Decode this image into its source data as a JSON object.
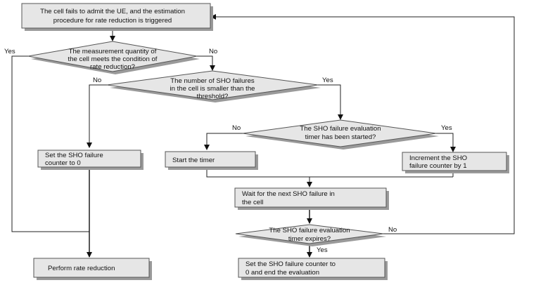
{
  "nodes": {
    "start": [
      "The cell fails to admit the UE, and the estimation",
      "procedure for rate reduction is triggered"
    ],
    "measurement": [
      "The measurement quantity of",
      "the cell meets the condition of",
      "rate reduction?"
    ],
    "sho_count": [
      "The number of SHO failures",
      "in the cell is smaller than the",
      "threshold?"
    ],
    "timer_started": [
      "The SHO failure evaluation",
      "timer has been started?"
    ],
    "set_zero": [
      "Set the SHO failure",
      "counter to 0"
    ],
    "start_timer": [
      "Start the timer"
    ],
    "increment": [
      "Increment the SHO",
      "failure counter by 1"
    ],
    "wait": [
      "Wait for the next SHO failure in",
      "the cell"
    ],
    "timer_expires": [
      "The SHO failure evaluation",
      "timer expires?"
    ],
    "perform": [
      "Perform rate reduction"
    ],
    "end_eval": [
      "Set the SHO failure counter to",
      "0 and end the evaluation"
    ]
  },
  "edge_labels": {
    "measurement_yes": "Yes",
    "measurement_no": "No",
    "sho_no": "No",
    "sho_yes": "Yes",
    "timer_no": "No",
    "timer_yes": "Yes",
    "expires_no": "No",
    "expires_yes": "Yes"
  }
}
